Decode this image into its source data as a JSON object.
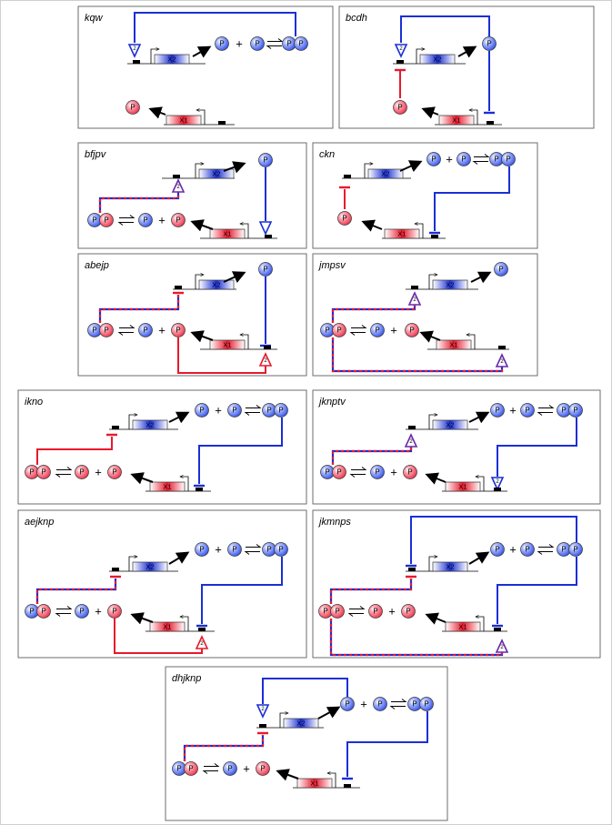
{
  "labels": {
    "protein": "P",
    "plus": "+",
    "gene1": "X1",
    "gene2": "X2"
  },
  "colors": {
    "blue": "#1a2fd6",
    "red": "#e8192c",
    "frame": "#6e6e6e"
  },
  "panels": [
    {
      "title": "kqw",
      "id": "kqw"
    },
    {
      "title": "bcdh",
      "id": "bcdh"
    },
    {
      "title": "bfjpv",
      "id": "bfjpv"
    },
    {
      "title": "ckn",
      "id": "ckn"
    },
    {
      "title": "abejp",
      "id": "abejp"
    },
    {
      "title": "jmpsv",
      "id": "jmpsv"
    },
    {
      "title": "ikno",
      "id": "ikno"
    },
    {
      "title": "jknptv",
      "id": "jknptv"
    },
    {
      "title": "aejknp",
      "id": "aejknp"
    },
    {
      "title": "jkmnps",
      "id": "jkmnps"
    },
    {
      "title": "dhjknp",
      "id": "dhjknp"
    }
  ]
}
